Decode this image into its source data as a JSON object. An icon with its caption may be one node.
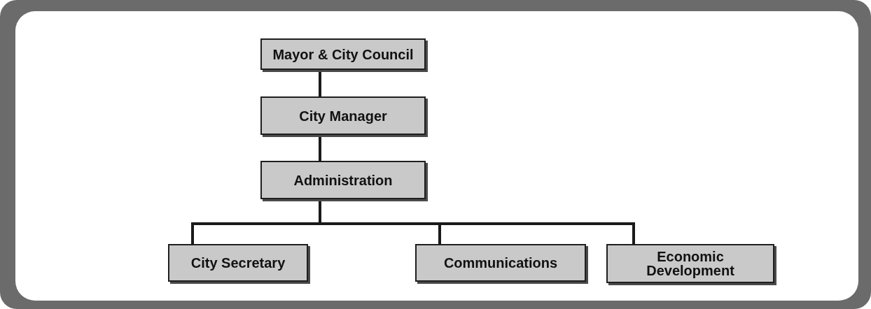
{
  "diagram": {
    "nodes": [
      {
        "text": [
          "Mayor & City Council"
        ]
      },
      {
        "text": [
          "City Manager"
        ]
      },
      {
        "text": [
          "Administration"
        ]
      },
      {
        "text": [
          "City Secretary"
        ]
      },
      {
        "text": [
          "Communications"
        ]
      },
      {
        "text": [
          "Economic Development"
        ]
      }
    ],
    "edges": [
      {
        "from": 0,
        "to": 1,
        "arrow": "none"
      },
      {
        "from": 1,
        "to": 2,
        "arrow": "none"
      },
      {
        "from": 2,
        "to": 3,
        "arrow": "none"
      },
      {
        "from": 2,
        "to": 4,
        "arrow": "none"
      },
      {
        "from": 2,
        "to": 5,
        "arrow": "none"
      }
    ]
  }
}
